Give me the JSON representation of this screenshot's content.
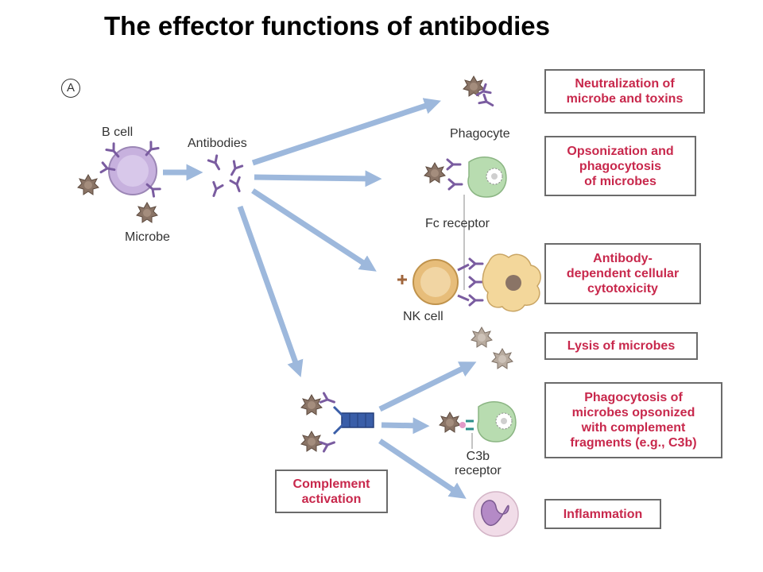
{
  "title": "The effector functions of antibodies",
  "panel_label": "A",
  "labels": {
    "b_cell": "B cell",
    "microbe": "Microbe",
    "antibodies": "Antibodies",
    "phagocyte": "Phagocyte",
    "fc_receptor": "Fc receptor",
    "nk_cell": "NK cell",
    "c3b_receptor": "C3b\nreceptor"
  },
  "complement_box": "Complement\nactivation",
  "outcomes": [
    "Neutralization of\nmicrobe and toxins",
    "Opsonization and\nphagocytosis\nof microbes",
    "Antibody-\ndependent cellular\ncytotoxicity",
    "Lysis of microbes",
    "Phagocytosis of\nmicrobes opsonized\nwith complement\nfragments (e.g., C3b)",
    "Inflammation"
  ],
  "colors": {
    "arrow": "#9db8dc",
    "outcome_text": "#c8284c",
    "b_cell": "#c7b1de",
    "microbe": "#8a7466",
    "antibody": "#7a5ca0",
    "phagocyte": "#b8dcb0",
    "nk_cell": "#e7bd7a",
    "target_cell": "#f3d79b",
    "inflammatory_cell": "#e9cfdf"
  }
}
